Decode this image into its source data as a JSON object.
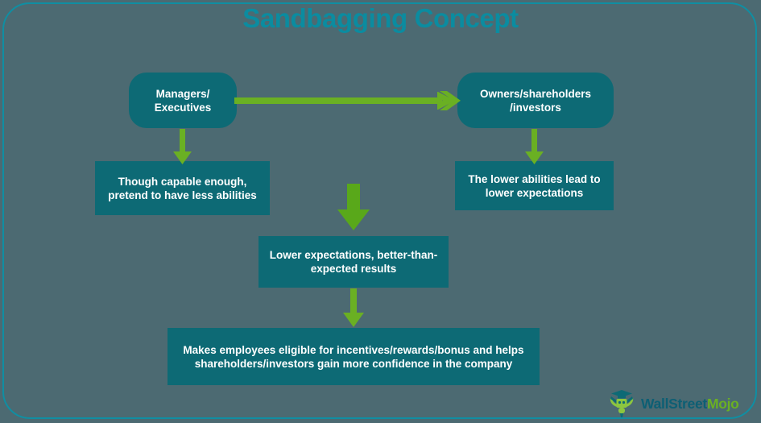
{
  "page": {
    "title": "Sandbagging Concept",
    "background_color": "#4c6a72",
    "frame_color": "#0f8fa3",
    "title_color": "#0b8ca0",
    "box_color": "#0d6a75",
    "box_text_color": "#ffffff",
    "arrow_color": "#6ab023"
  },
  "diagram": {
    "nodes": [
      {
        "id": "managers",
        "label": "Managers/\nExecutives",
        "shape": "rounded-rect"
      },
      {
        "id": "owners",
        "label": "Owners/shareholders\n/investors",
        "shape": "rounded-rect"
      },
      {
        "id": "pretend",
        "label": "Though capable enough, pretend to have less abilities",
        "shape": "rect"
      },
      {
        "id": "lower-abil",
        "label": "The lower abilities lead to lower expectations",
        "shape": "rect"
      },
      {
        "id": "lower-exp",
        "label": "Lower expectations, better-than-expected results",
        "shape": "rect"
      },
      {
        "id": "makes-emp",
        "label": "Makes employees eligible for incentives/rewards/bonus and helps shareholders/investors gain more confidence in the company",
        "shape": "rect"
      }
    ],
    "arrows": [
      {
        "id": "managers-to-owners",
        "from": "managers",
        "to": "owners",
        "direction": "right",
        "icon": "arrow-right-icon"
      },
      {
        "id": "managers-to-pretend",
        "from": "managers",
        "to": "pretend",
        "direction": "down",
        "icon": "arrow-down-icon"
      },
      {
        "id": "owners-to-lower-abil",
        "from": "owners",
        "to": "lower-abil",
        "direction": "down",
        "icon": "arrow-down-icon"
      },
      {
        "id": "to-lower-exp",
        "from": "lower-abil",
        "to": "lower-exp",
        "direction": "down",
        "icon": "arrow-down-icon"
      },
      {
        "id": "to-makes-emp",
        "from": "lower-exp",
        "to": "makes-emp",
        "direction": "down",
        "icon": "arrow-down-icon"
      }
    ]
  },
  "logo": {
    "mark_icon": "wallstreetmojo-owl-icon",
    "text_primary": "WallStreet",
    "text_accent": "Mojo",
    "primary_color": "#0d5f74",
    "accent_color": "#6ab023"
  }
}
